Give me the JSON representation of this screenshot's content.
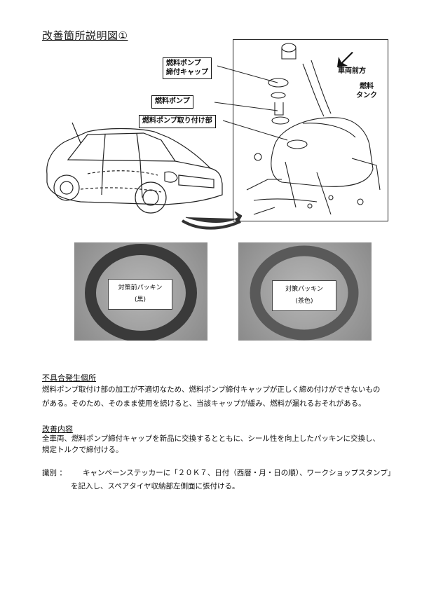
{
  "header": {
    "title": "改善箇所説明図①"
  },
  "diagram": {
    "callout_cap_line1": "燃料ポンプ",
    "callout_cap_line2": "締付キャップ",
    "callout_pump": "燃料ポンプ",
    "callout_mount": "燃料ポンプ取り付け部",
    "direction_label": "車両前方",
    "tank_label_line1": "燃料",
    "tank_label_line2": "タンク"
  },
  "photos": [
    {
      "label_line1": "対策前パッキン",
      "label_line2": "(黒)"
    },
    {
      "label_line1": "対策パッキン",
      "label_line2": "(茶色)"
    }
  ],
  "defect": {
    "heading": "不具合発生個所",
    "line1": "燃料ポンプ取付け部の加工が不適切なため、燃料ポンプ締付キャップが正しく締め付けができないもの",
    "line2": "がある。そのため、そのまま使用を続けると、当該キャップが緩み、燃料が漏れるおそれがある。"
  },
  "improvement": {
    "heading": "改善内容",
    "line1": "全車両、燃料ポンプ締付キャップを新品に交換するとともに、シール性を向上したパッキンに交換し、",
    "line2": "規定トルクで締付ける。"
  },
  "identification": {
    "label": "識別 ：",
    "line1": "キャンペーンステッカーに「２０Ｋ７、日付（西暦・月・日の順）、ワークショップスタンプ」",
    "line2": "を記入し、スペアタイヤ収納部左側面に張付ける。"
  }
}
